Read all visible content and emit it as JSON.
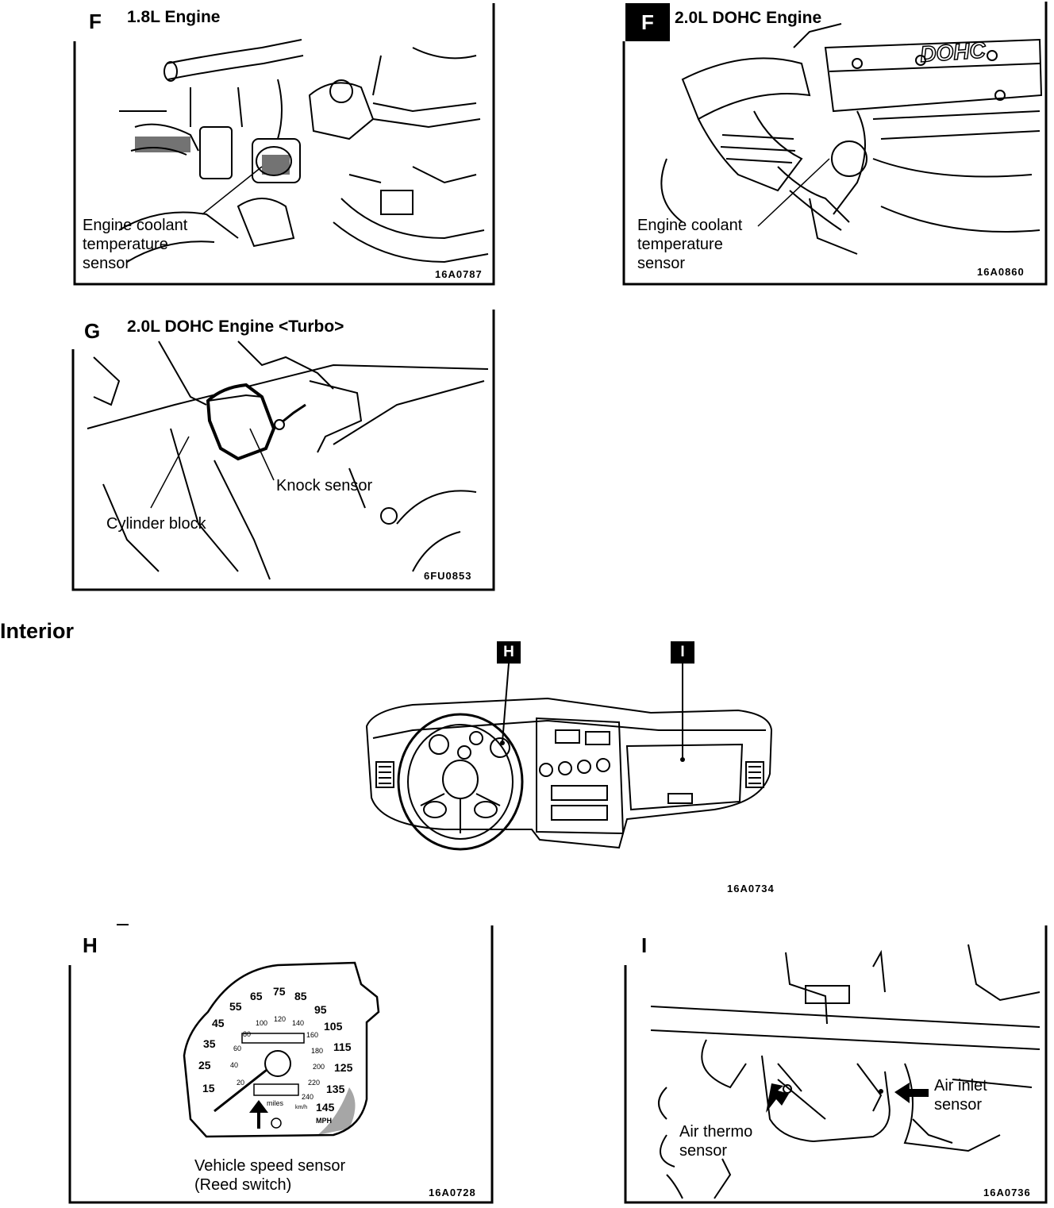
{
  "panels": {
    "f_18": {
      "letter": "F",
      "title": "1.8L Engine",
      "label": "Engine coolant\ntemperature\nsensor",
      "code": "16A0787"
    },
    "f_20": {
      "letter": "F",
      "title": "2.0L DOHC Engine",
      "label": "Engine coolant\ntemperature\nsensor",
      "code": "16A0860",
      "head_text": "DOHC"
    },
    "g": {
      "letter": "G",
      "title": "2.0L DOHC Engine <Turbo>",
      "label_knock": "Knock sensor",
      "label_block": "Cylinder block",
      "code": "6FU0853"
    },
    "interior": {
      "heading": "Interior",
      "tag_h": "H",
      "tag_i": "I",
      "code": "16A0734"
    },
    "h": {
      "letter": "H",
      "label": "Vehicle speed sensor\n(Reed switch)",
      "code": "16A0728",
      "mph_numbers": [
        "15",
        "25",
        "35",
        "45",
        "55",
        "65",
        "75",
        "85",
        "95",
        "105",
        "115",
        "125",
        "135",
        "145"
      ],
      "kmh_numbers": [
        "20",
        "40",
        "60",
        "80",
        "100",
        "120",
        "140",
        "160",
        "180",
        "200",
        "220",
        "240"
      ],
      "unit_miles": "miles",
      "unit_mph": "MPH",
      "unit_kmh": "km/h"
    },
    "i": {
      "letter": "I",
      "label_inlet": "Air inlet\nsensor",
      "label_thermo": "Air thermo\nsensor",
      "code": "16A0736"
    }
  },
  "colors": {
    "ink": "#000000",
    "paper": "#ffffff"
  }
}
